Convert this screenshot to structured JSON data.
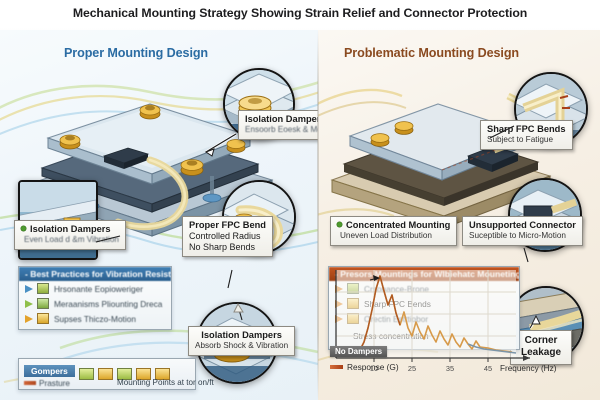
{
  "title": "Mechanical Mounting Strategy Showing Strain Relief and Connector Protection",
  "panels": {
    "left": {
      "heading": "Proper Mounting Design"
    },
    "right": {
      "heading": "Problematic Mounting Design"
    }
  },
  "callouts": {
    "isolation_dampers_top": {
      "title": "Isolation Dampers",
      "subtitle": "Ensoorb Eoesk & Motion"
    },
    "isolation_dampers_left": {
      "title": "Isolation  Dampers",
      "subtitle": "Even Load d &m Vibration"
    },
    "proper_fpc_bend": {
      "line1": "Proper FPC Bend",
      "line2": "Controlled Radius",
      "line3": "No Sharp Bends"
    },
    "isolation_dampers_bottom": {
      "title": "Isolation Dampers",
      "subtitle": "Absorb Shock & Vibration"
    },
    "sharp_fpc_bends": {
      "title": "Sharp FPC Bends",
      "subtitle": "Subject to Fatigue"
    },
    "concentrated_mounting": {
      "title": "Concentrated Mounting",
      "subtitle": "Uneven Load Distribution"
    },
    "unsupported_connector": {
      "title": "Unsupported Connector",
      "subtitle": "Suceptible to Micro-Motion"
    },
    "corner_leakage": {
      "line1": "Corner",
      "line2": "Leakage"
    }
  },
  "legend_left": {
    "header": "- Best Practices for Vibration Resistance",
    "rows": [
      {
        "text": "Hrsonante Eopioweriger"
      },
      {
        "text": "Meraanisms Pliounting Dreca"
      },
      {
        "text": "Supses Thiczo-Motion"
      }
    ]
  },
  "legend_right": {
    "header": "- Presors Mountings for Wlbiehatc Mouneting",
    "rows": [
      {
        "text": "Crsonance-Brone"
      },
      {
        "text": "Sharp FPC Bends"
      },
      {
        "text": "Orectin Estttiobor"
      }
    ],
    "note": "Stress concentration"
  },
  "strip_left": {
    "tag": "Gompers",
    "sub": "Prasture",
    "caption": "Mounting Points at tor on/ft"
  },
  "chart_data": {
    "type": "line",
    "title": "",
    "xlabel": "Frequency (Hz)",
    "ylabel": "Response (G)",
    "xticks": [
      10,
      25,
      35,
      45
    ],
    "xlim": [
      0,
      55
    ],
    "ylim": [
      0,
      1
    ],
    "grid": true,
    "badge": "No Dampers",
    "response_label": "Response (G)",
    "series": [
      {
        "name": "No Dampers",
        "x": [
          2,
          6,
          9,
          11,
          13,
          14,
          15,
          16,
          17,
          18,
          19,
          20,
          21,
          22,
          23,
          24,
          25,
          26,
          27,
          28,
          29,
          30,
          31,
          32,
          33,
          34,
          35,
          36,
          37,
          38,
          39,
          40,
          42,
          44,
          46,
          48,
          50,
          52,
          54
        ],
        "values": [
          0.02,
          0.04,
          0.09,
          0.18,
          0.34,
          0.55,
          0.78,
          0.93,
          0.76,
          0.6,
          0.72,
          0.52,
          0.4,
          0.55,
          0.36,
          0.28,
          0.4,
          0.3,
          0.22,
          0.34,
          0.25,
          0.18,
          0.3,
          0.21,
          0.15,
          0.26,
          0.18,
          0.13,
          0.22,
          0.15,
          0.11,
          0.17,
          0.12,
          0.14,
          0.1,
          0.11,
          0.09,
          0.09,
          0.08
        ]
      }
    ]
  }
}
